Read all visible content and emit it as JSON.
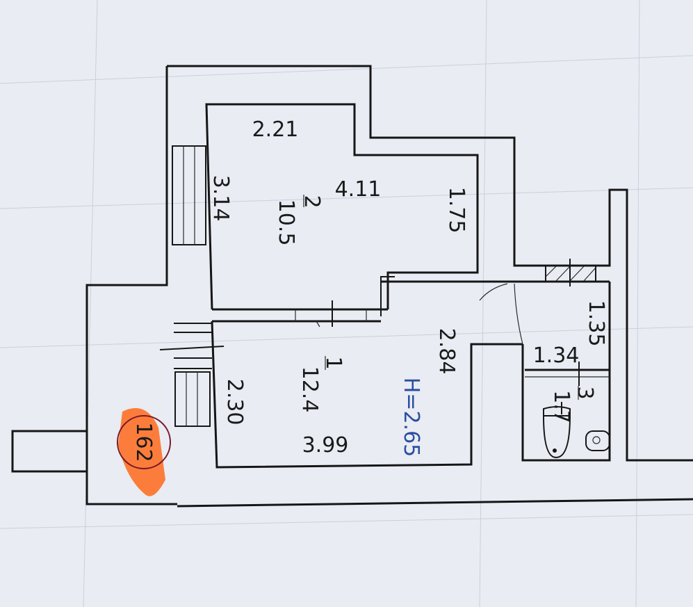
{
  "plan": {
    "rooms": [
      {
        "number": "2",
        "area": "10.5"
      },
      {
        "number": "1",
        "area": "12.4"
      },
      {
        "number": "3",
        "area": "1.7"
      }
    ],
    "dimensions": {
      "d221": "2.21",
      "d314": "3.14",
      "d411": "4.11",
      "d175": "1.75",
      "d284": "2.84",
      "d230": "2.30",
      "d399": "3.99",
      "d135": "1.35",
      "d134": "1.34"
    },
    "ceiling_height": "H=2.65",
    "balcony_mark": "162",
    "colors": {
      "paper": "#e9ecf3",
      "ink": "#161616",
      "height_text": "#2a4fa0",
      "highlight": "#ff6a1a",
      "circle": "#7a1a2a"
    }
  }
}
